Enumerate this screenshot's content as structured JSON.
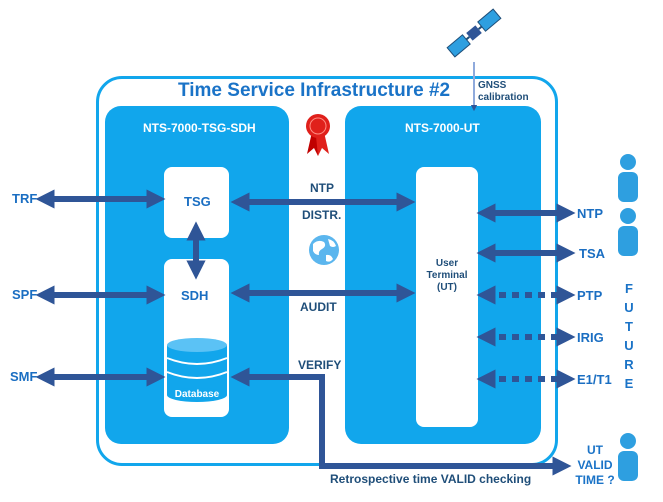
{
  "diagram": {
    "title": "Time Service Infrastructure #2",
    "left_panel_title": "NTS-7000-TSG-SDH",
    "right_panel_title": "NTS-7000-UT",
    "gnss_line1": "GNSS",
    "gnss_line2": "calibration",
    "boxes": {
      "tsg": "TSG",
      "sdh": "SDH",
      "database": "Database",
      "user_terminal_line1": "User",
      "user_terminal_line2": "Terminal",
      "user_terminal_line3": "(UT)"
    },
    "inputs": [
      "TRF",
      "SPF",
      "SMF"
    ],
    "middle_labels": {
      "ntp": "NTP",
      "distr": "DISTR.",
      "internet": "Internet",
      "audit": "AUDIT",
      "verify": "VERIFY"
    },
    "outputs": [
      "NTP",
      "TSA",
      "PTP",
      "IRIG",
      "E1/T1"
    ],
    "future_label": "FUTURE",
    "retrospective": "Retrospective time VALID checking",
    "ut_valid_line1": "UT",
    "ut_valid_line2": "VALID",
    "ut_valid_line3": "TIME ?",
    "colors": {
      "panel_blue": "#11a6ec",
      "arrow": "#2f5597",
      "title_blue": "#1a73c7",
      "seal_red": "#e0201b",
      "person_blue": "#2e9fe0"
    },
    "icons": [
      "satellite-icon",
      "seal-icon",
      "globe-icon",
      "person-icon"
    ]
  }
}
